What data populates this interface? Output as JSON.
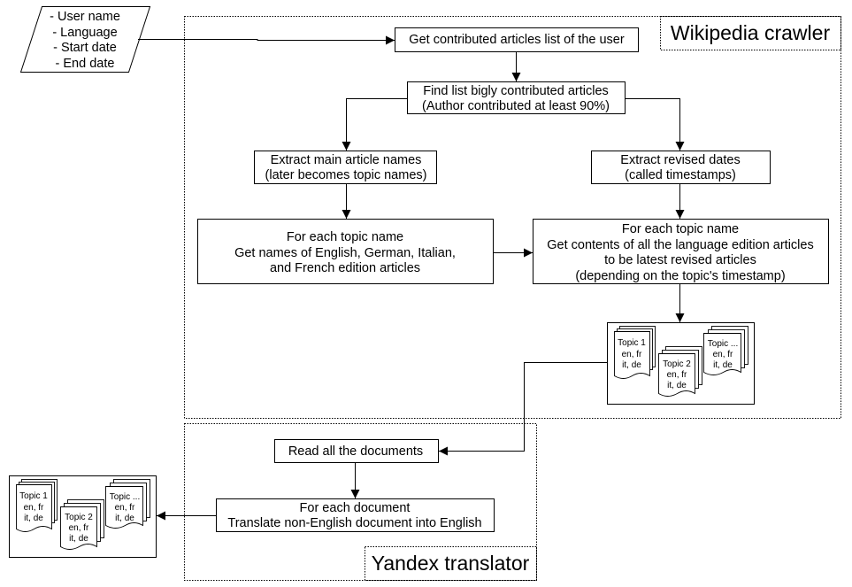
{
  "inputs": [
    "- User name",
    "- Language",
    "- Start date",
    "- End date"
  ],
  "wikipedia_crawler": {
    "title": "Wikipedia crawler",
    "get_list": "Get contributed articles list of the user",
    "find_list": [
      "Find list bigly contributed articles",
      "(Author contributed at least 90%)"
    ],
    "extract_names": [
      "Extract main article names",
      "(later becomes topic names)"
    ],
    "extract_dates": [
      "Extract revised dates",
      "(called timestamps)"
    ],
    "get_names": [
      "For each topic name",
      "Get names of English, German, Italian,",
      "and French edition articles"
    ],
    "get_contents": [
      "For each topic name",
      "Get contents of all the language edition articles",
      "to be latest revised articles",
      "(depending on the topic's timestamp)"
    ]
  },
  "yandex_translator": {
    "title": "Yandex translator",
    "read_docs": "Read all the documents",
    "translate": [
      "For each document",
      "Translate non-English document into English"
    ]
  },
  "documents": {
    "topic1": [
      "Topic 1",
      "en, fr",
      "it, de"
    ],
    "topic2": [
      "Topic 2",
      "en, fr",
      "it, de"
    ],
    "topicn": [
      "Topic ...",
      "en, fr",
      "it, de"
    ]
  }
}
